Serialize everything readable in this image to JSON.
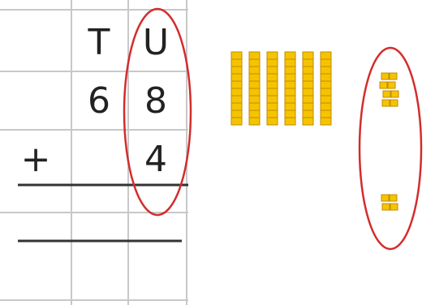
{
  "column_headers": {
    "tens": "T",
    "units": "U"
  },
  "addition": {
    "first_number": {
      "tens": "6",
      "units": "8"
    },
    "operator": "+",
    "second_number": {
      "tens": "",
      "units": "4"
    }
  },
  "manipulatives": {
    "ten_rods": 6,
    "unit_cubes_top_group": 8,
    "unit_cubes_bottom_group": 4
  },
  "colors": {
    "grid_line": "#c8c8c8",
    "rule_line": "#333333",
    "highlight_ellipse": "#d42c2c",
    "block_fill": "#f5c400",
    "block_edge": "#c48a00",
    "text": "#222222"
  }
}
